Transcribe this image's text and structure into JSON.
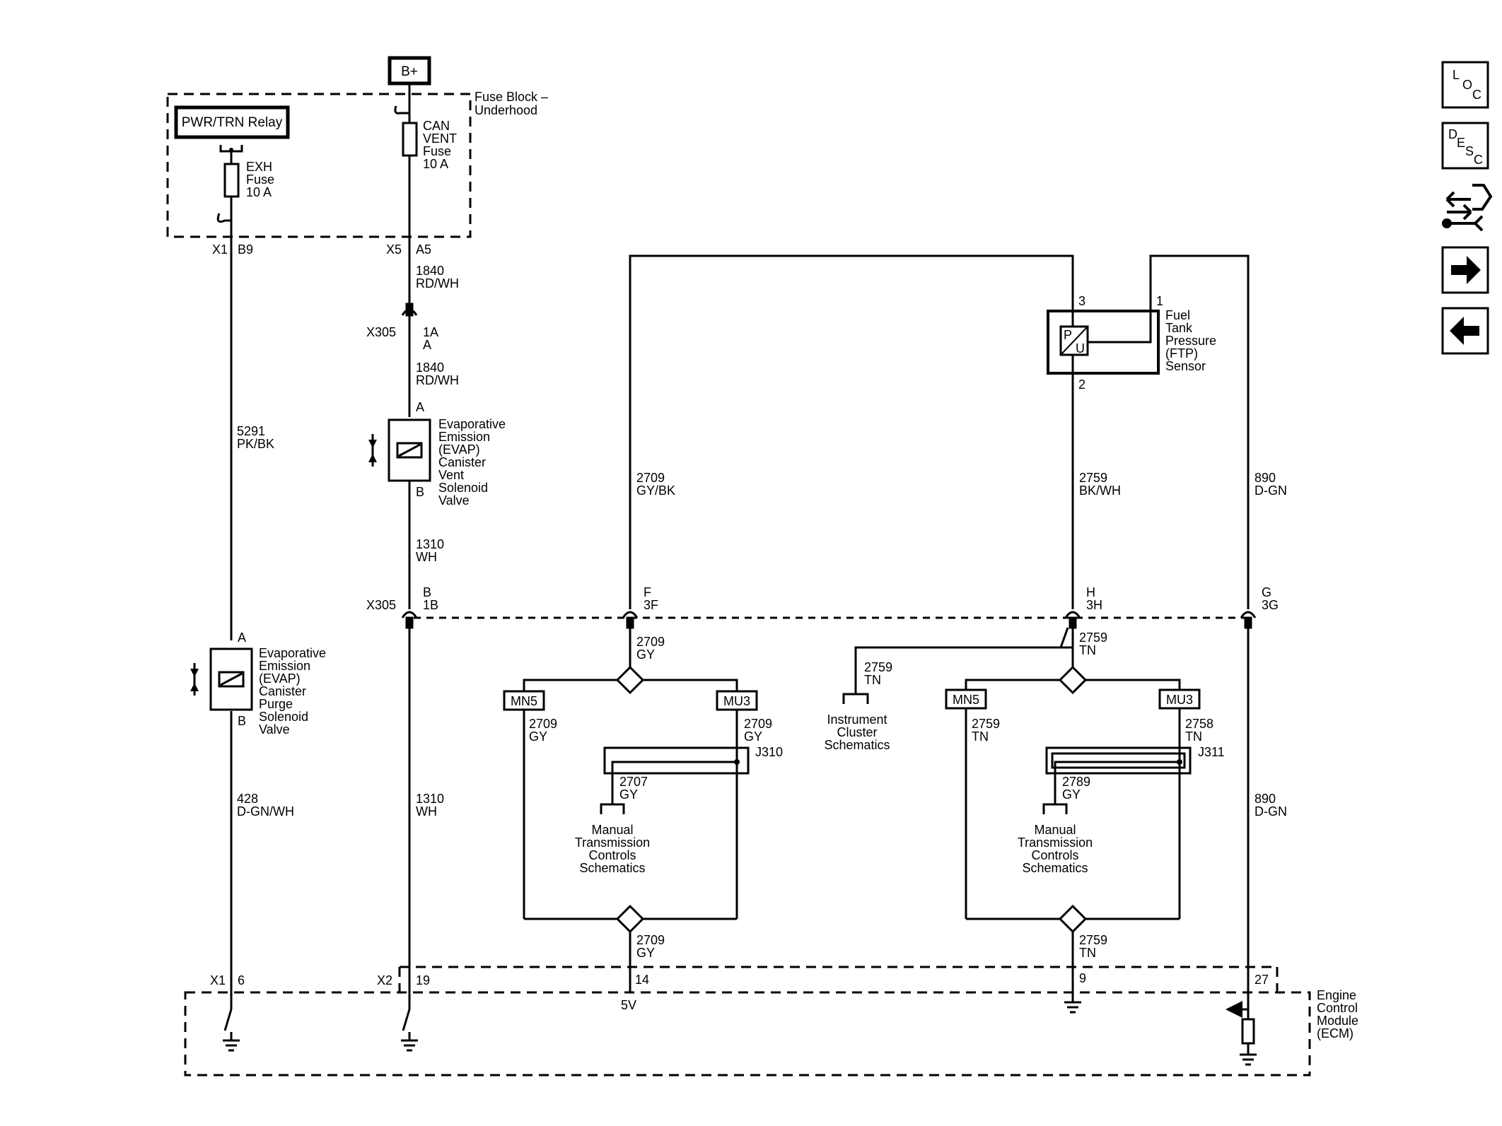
{
  "power": {
    "bplus": "B+",
    "fuse_block": [
      "Fuse Block –",
      "Underhood"
    ],
    "relay": "PWR/TRN Relay",
    "exh_fuse": [
      "EXH",
      "Fuse",
      "10 A"
    ],
    "can_vent_fuse": [
      "CAN",
      "VENT",
      "Fuse",
      "10 A"
    ]
  },
  "connectors": {
    "x1_top": "X1",
    "b9": "B9",
    "x5": "X5",
    "a5": "A5",
    "x305_a": "X305",
    "c_1a": "1A",
    "c_a": "A",
    "x305_b": "X305",
    "c_b": "B",
    "c_1b": "1B",
    "f": "F",
    "f3": "3F",
    "h": "H",
    "h3": "3H",
    "g": "G",
    "g3": "3G",
    "evap_vent_a": "A",
    "evap_vent_b": "B",
    "evap_purge_a": "A",
    "evap_purge_b": "B",
    "ftp_3": "3",
    "ftp_1": "1",
    "ftp_2": "2",
    "x1_bot": "X1",
    "pin6": "6",
    "x2": "X2",
    "pin19": "19",
    "pin14": "14",
    "pin9": "9",
    "pin27": "27",
    "v5": "5V",
    "j310": "J310",
    "j311": "J311"
  },
  "wires": {
    "w1840a": [
      "1840",
      "RD/WH"
    ],
    "w1840b": [
      "1840",
      "RD/WH"
    ],
    "w1310a": [
      "1310",
      "WH"
    ],
    "w1310b": [
      "1310",
      "WH"
    ],
    "w5291": [
      "5291",
      "PK/BK"
    ],
    "w428": [
      "428",
      "D-GN/WH"
    ],
    "w2709top": [
      "2709",
      "GY/BK"
    ],
    "w2759top": [
      "2759",
      "BK/WH"
    ],
    "w890top": [
      "890",
      "D-GN"
    ],
    "w890bot": [
      "890",
      "D-GN"
    ],
    "w2709a": [
      "2709",
      "GY"
    ],
    "w2709mn5": [
      "2709",
      "GY"
    ],
    "w2709mu3": [
      "2709",
      "GY"
    ],
    "w2707": [
      "2707",
      "GY"
    ],
    "w2709bot": [
      "2709",
      "GY"
    ],
    "w2759a": [
      "2759",
      "TN"
    ],
    "w2759ic": [
      "2759",
      "TN"
    ],
    "w2759mn5": [
      "2759",
      "TN"
    ],
    "w2758mu3": [
      "2758",
      "TN"
    ],
    "w2789": [
      "2789",
      "GY"
    ],
    "w2759bot": [
      "2759",
      "TN"
    ]
  },
  "splices": {
    "mn5_left": "MN5",
    "mu3_left": "MU3",
    "mn5_right": "MN5",
    "mu3_right": "MU3"
  },
  "components": {
    "evap_vent": [
      "Evaporative",
      "Emission",
      "(EVAP)",
      "Canister",
      "Vent",
      "Solenoid",
      "Valve"
    ],
    "evap_purge": [
      "Evaporative",
      "Emission",
      "(EVAP)",
      "Canister",
      "Purge",
      "Solenoid",
      "Valve"
    ],
    "ftp": [
      "Fuel",
      "Tank",
      "Pressure",
      "(FTP)",
      "Sensor"
    ],
    "ftp_p": "P",
    "ftp_u": "U",
    "ecm": [
      "Engine",
      "Control",
      "Module",
      "(ECM)"
    ],
    "instrument_cluster": [
      "Instrument",
      "Cluster",
      "Schematics"
    ],
    "manual_trans_left": [
      "Manual",
      "Transmission",
      "Controls",
      "Schematics"
    ],
    "manual_trans_right": [
      "Manual",
      "Transmission",
      "Controls",
      "Schematics"
    ]
  },
  "nav": {
    "loc": [
      "L",
      "O",
      "C"
    ],
    "desc": [
      "D",
      "E",
      "S",
      "C"
    ]
  }
}
